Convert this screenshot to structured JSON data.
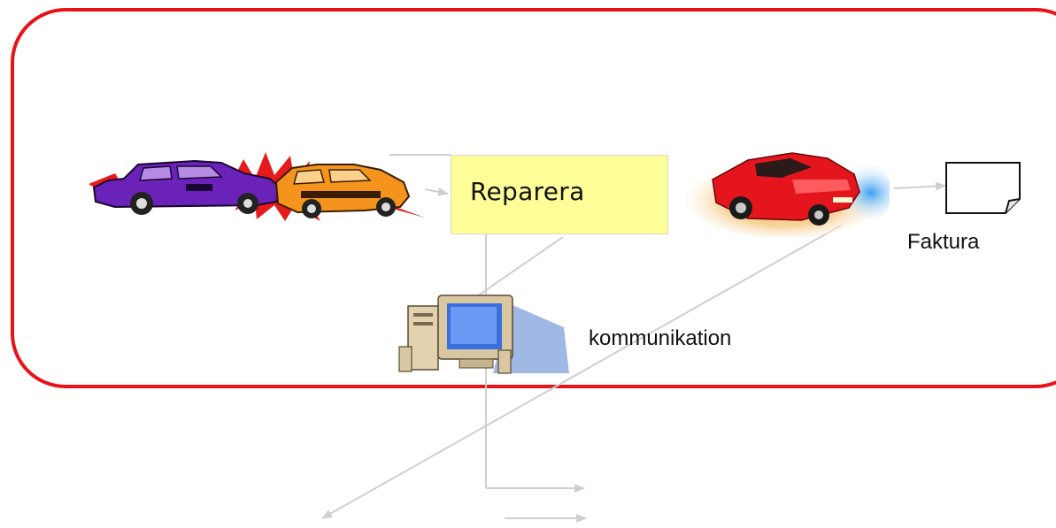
{
  "colors": {
    "frame": "#e8131a",
    "process_fill": "#fefe99",
    "connector": "#cfcfcf"
  },
  "process": {
    "label": "Reparera"
  },
  "output": {
    "label": "Faktura",
    "icon": "document-icon"
  },
  "support": {
    "label": "kommunikation",
    "icon": "computer-icon"
  },
  "input": {
    "icon": "crashed-cars-icon"
  },
  "result": {
    "icon": "repaired-car-icon"
  }
}
